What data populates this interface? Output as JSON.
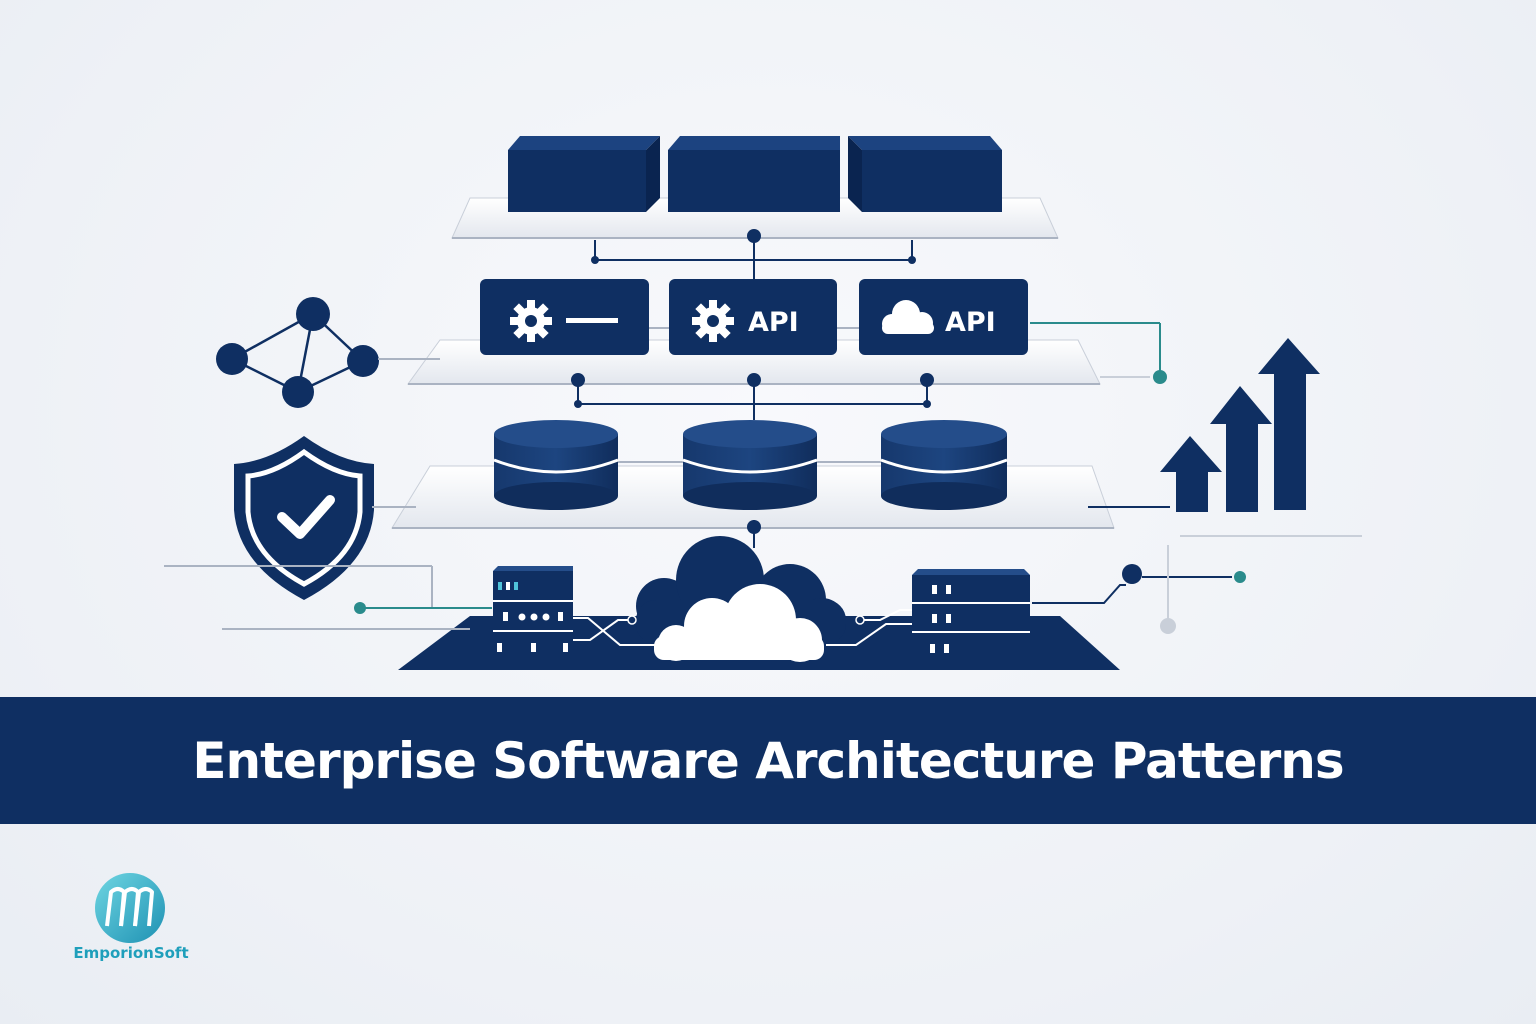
{
  "title": "Enterprise Software Architecture Patterns",
  "brand": {
    "name": "EmporionSoft"
  },
  "diagram": {
    "services": [
      {
        "icon": "gear-icon",
        "label": ""
      },
      {
        "icon": "gear-icon",
        "label": "API"
      },
      {
        "icon": "cloud-icon",
        "label": "API"
      }
    ]
  },
  "colors": {
    "navy": "#0f2f62",
    "teal": "#2a8b8c",
    "cyan": "#1f9fbb",
    "background": "#eff2f7"
  }
}
